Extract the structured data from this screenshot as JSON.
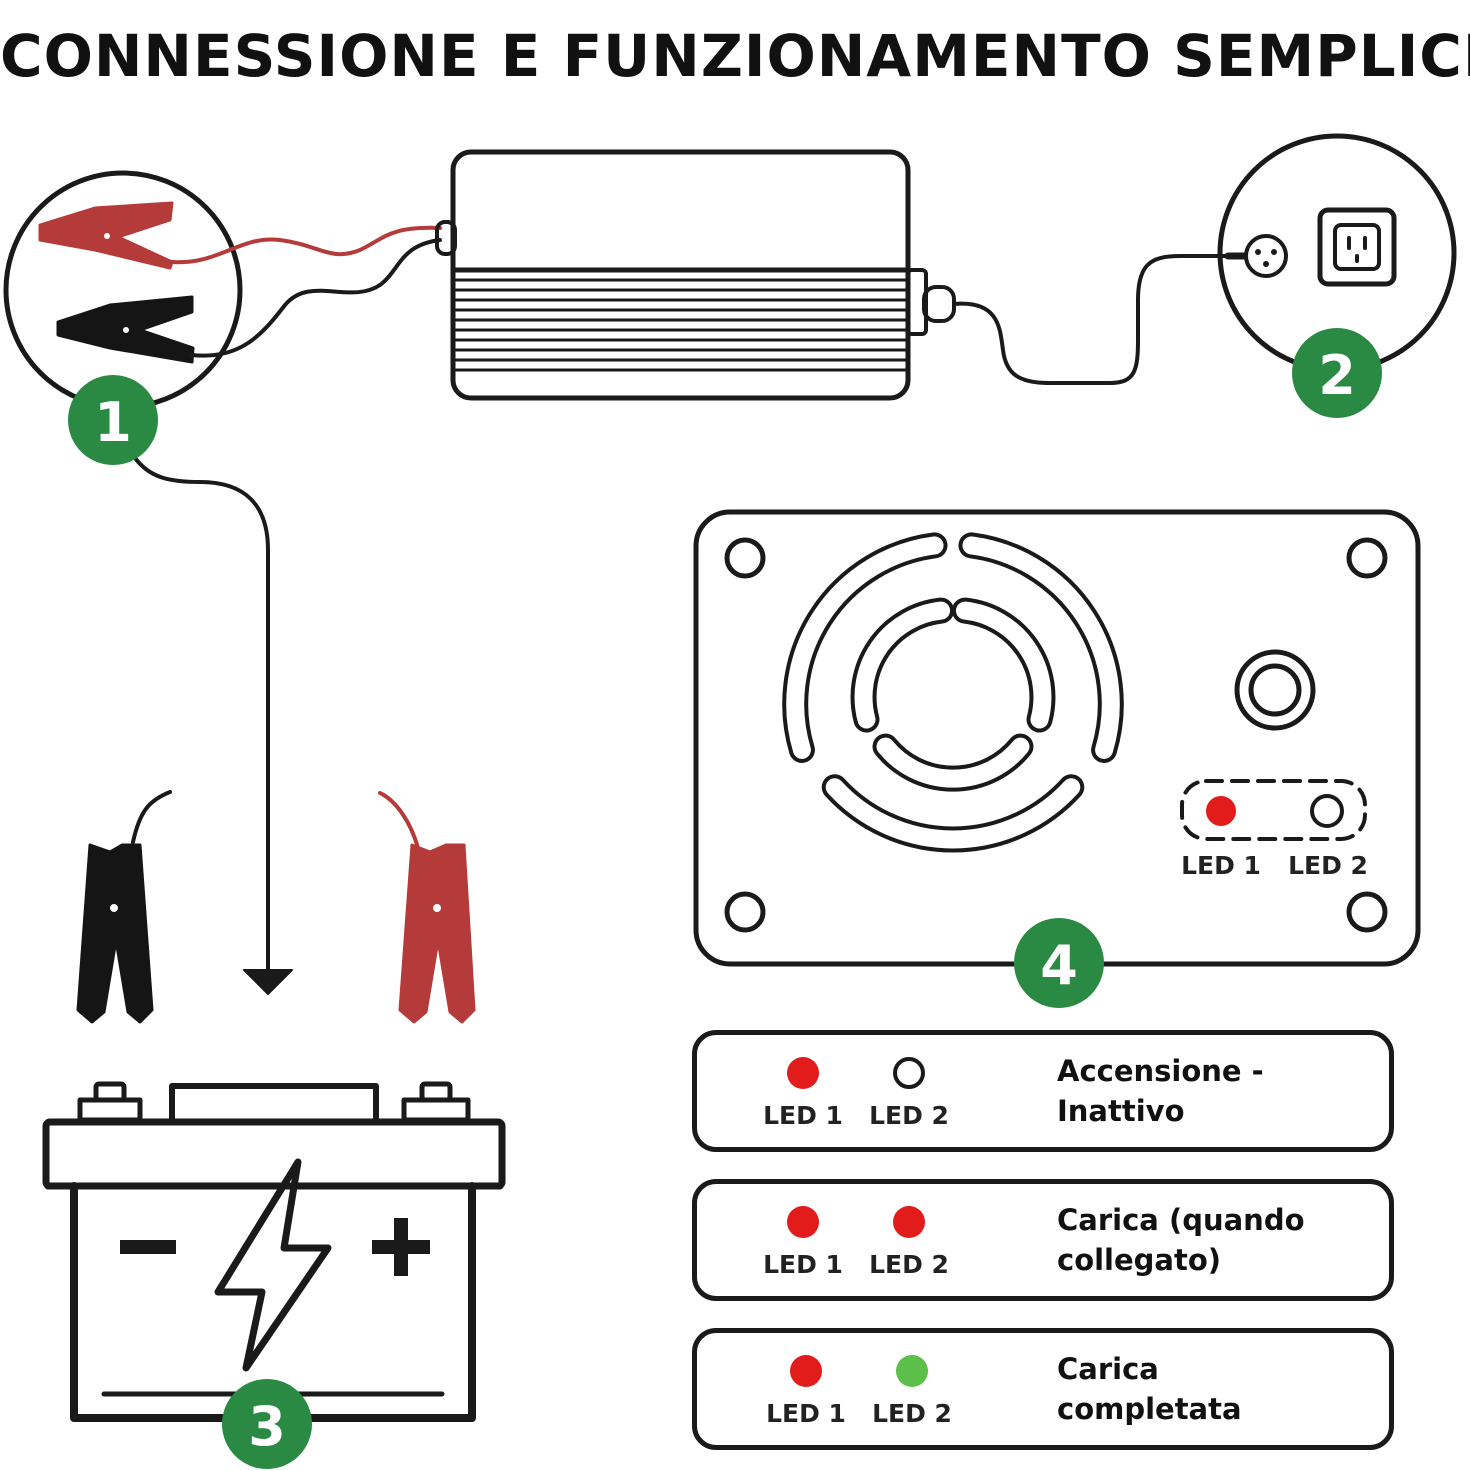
{
  "title": "CONNESSIONE E FUNZIONAMENTO SEMPLICI",
  "steps": [
    "1",
    "2",
    "3",
    "4"
  ],
  "panel": {
    "led1_label": "LED 1",
    "led2_label": "LED 2"
  },
  "status_rows": [
    {
      "led1_label": "LED 1",
      "led2_label": "LED 2",
      "led1_state": "red",
      "led2_state": "off",
      "text": "Accensione - Inattivo"
    },
    {
      "led1_label": "LED 1",
      "led2_label": "LED 2",
      "led1_state": "red",
      "led2_state": "red",
      "text": "Carica (quando collegato)"
    },
    {
      "led1_label": "LED 1",
      "led2_label": "LED 2",
      "led1_state": "red",
      "led2_state": "green",
      "text": "Carica completata"
    }
  ],
  "colors": {
    "step_badge": "#2a8a43",
    "clamp_red": "#b53a3a",
    "clamp_black": "#151515",
    "led_red": "#e21b1b",
    "led_green": "#5bbf4a",
    "outline": "#1a1a1a"
  },
  "icons": [
    "red-clamp-icon",
    "black-clamp-icon",
    "charger-icon",
    "wall-outlet-icon",
    "plug-icon",
    "battery-icon",
    "lightning-icon",
    "fan-icon",
    "power-button-icon",
    "arrow-down-icon"
  ]
}
